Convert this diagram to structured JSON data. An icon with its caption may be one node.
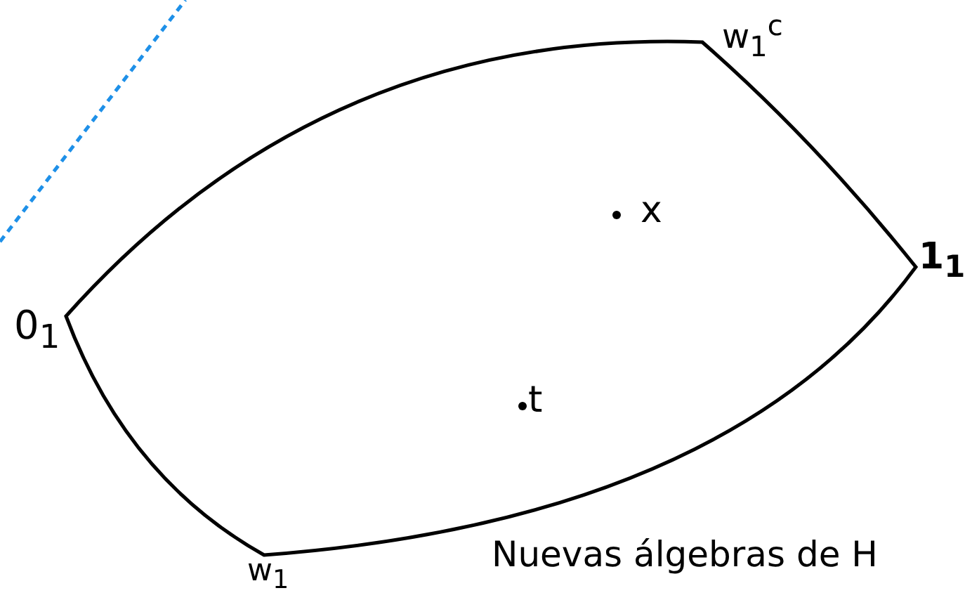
{
  "diagram": {
    "labels": [
      "w$_{1}$$^{c}$",
      "x",
      "1$_{1}$",
      "0$_{1}$",
      "t",
      "w$_{1}$",
      "Nuevas álgebras de H"
    ]
  }
}
